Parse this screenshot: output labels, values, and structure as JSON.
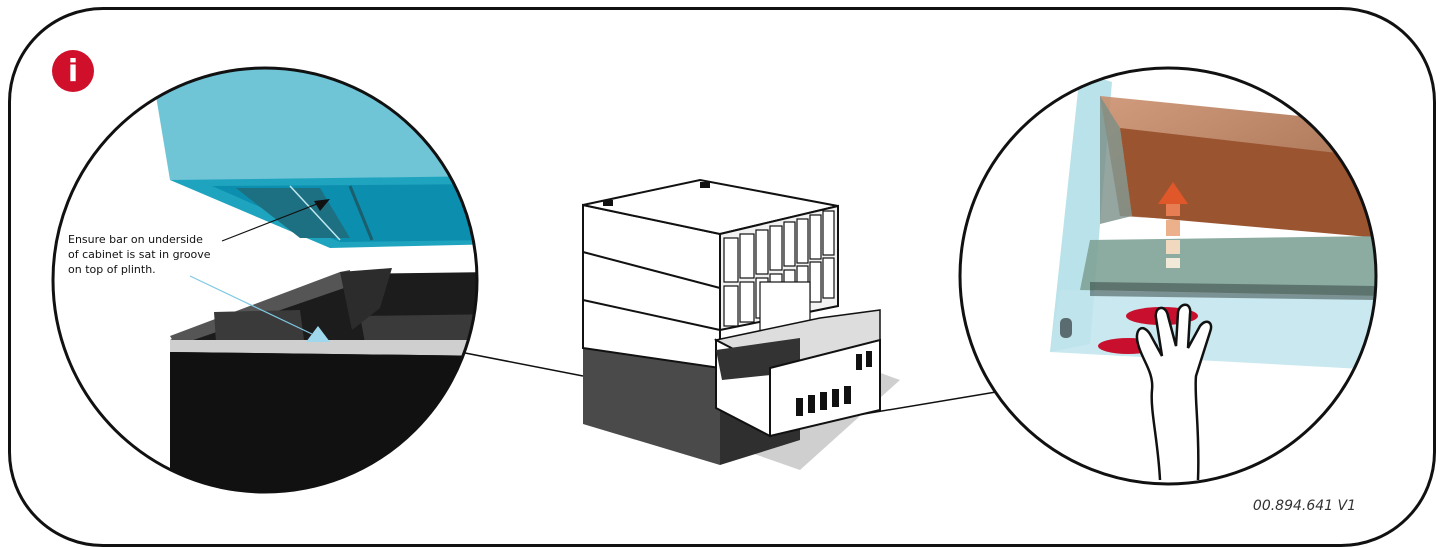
{
  "info_badge": {
    "glyph": "i",
    "color": "#d0102b"
  },
  "left_callout": {
    "note": "Ensure bar on underside\nof cabinet is sat in groove\non top of plinth."
  },
  "document_code": "00.894.641 V1",
  "colors": {
    "cabinet_blue": "#6fc4d6",
    "groove_dark": "#2b2b2b",
    "drawer_brown": "#a8643e",
    "highlight_red": "#c8102e",
    "plinth": "#4a4a4a"
  }
}
